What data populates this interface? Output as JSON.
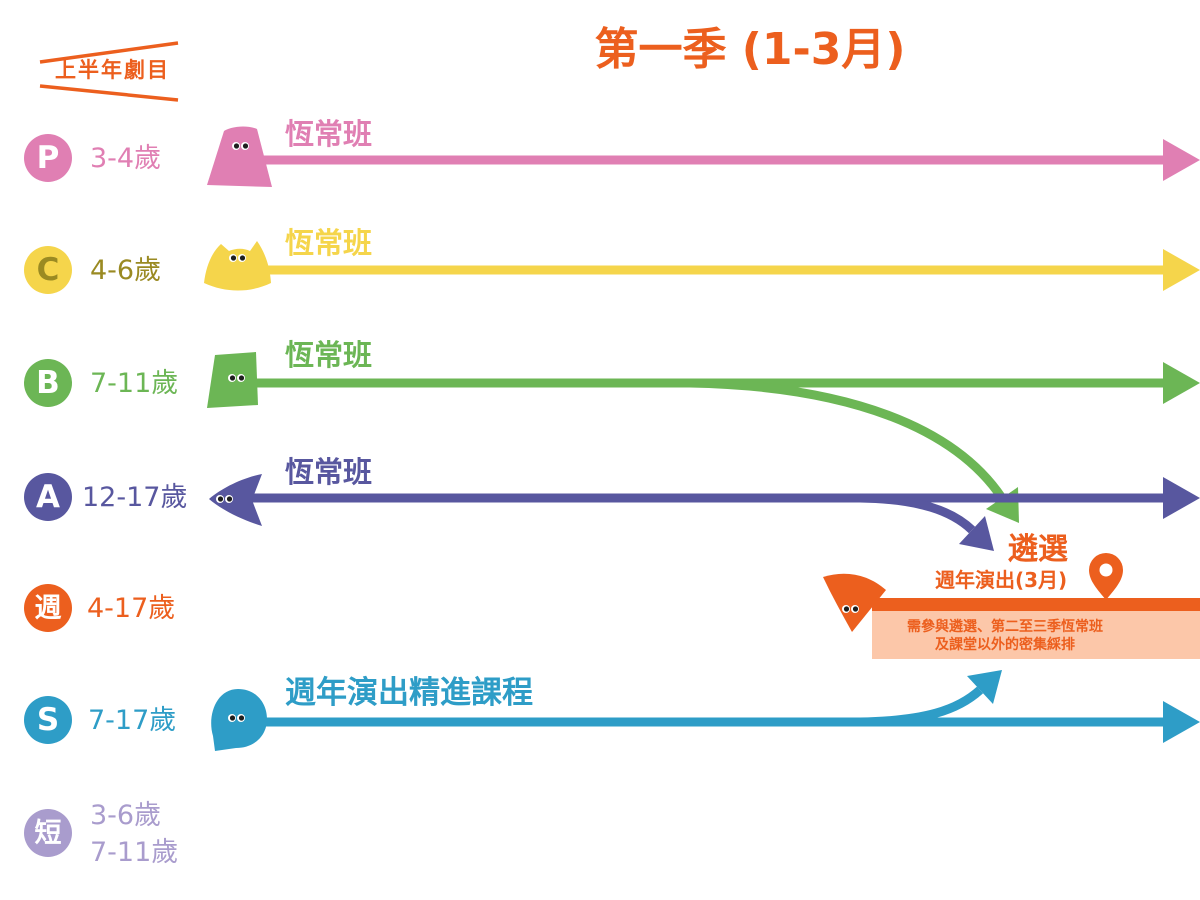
{
  "header": {
    "tag": "上半年劇目",
    "title": "第一季 (1-3月)"
  },
  "palette": {
    "pink": "#e07fb3",
    "yellow": "#f5d54b",
    "yellow_text": "#9a8a22",
    "green": "#6cb655",
    "indigo": "#58579f",
    "orange": "#ec5f1e",
    "teal": "#2e9dc7",
    "lavender": "#a99ccd",
    "peach": "#fcc7a9"
  },
  "rows": [
    {
      "badge": "P",
      "age": "3-4歲",
      "track": "恆常班"
    },
    {
      "badge": "C",
      "age": "4-6歲",
      "track": "恆常班"
    },
    {
      "badge": "B",
      "age": "7-11歲",
      "track": "恆常班"
    },
    {
      "badge": "A",
      "age": "12-17歲",
      "track": "恆常班"
    },
    {
      "badge": "週",
      "age": "4-17歲"
    },
    {
      "badge": "S",
      "age": "7-17歲",
      "track": "週年演出精進課程"
    },
    {
      "badge": "短",
      "age": [
        "3-6歲",
        "7-11歲"
      ]
    }
  ],
  "selection": {
    "label": "遴選",
    "event": "週年演出(3月)",
    "note": [
      "需參與遴選、第二至三季恆常班",
      "及課堂以外的密集綵排"
    ]
  },
  "icons": {
    "pin": "location-pin-icon",
    "mascot": "mascot-icon"
  }
}
